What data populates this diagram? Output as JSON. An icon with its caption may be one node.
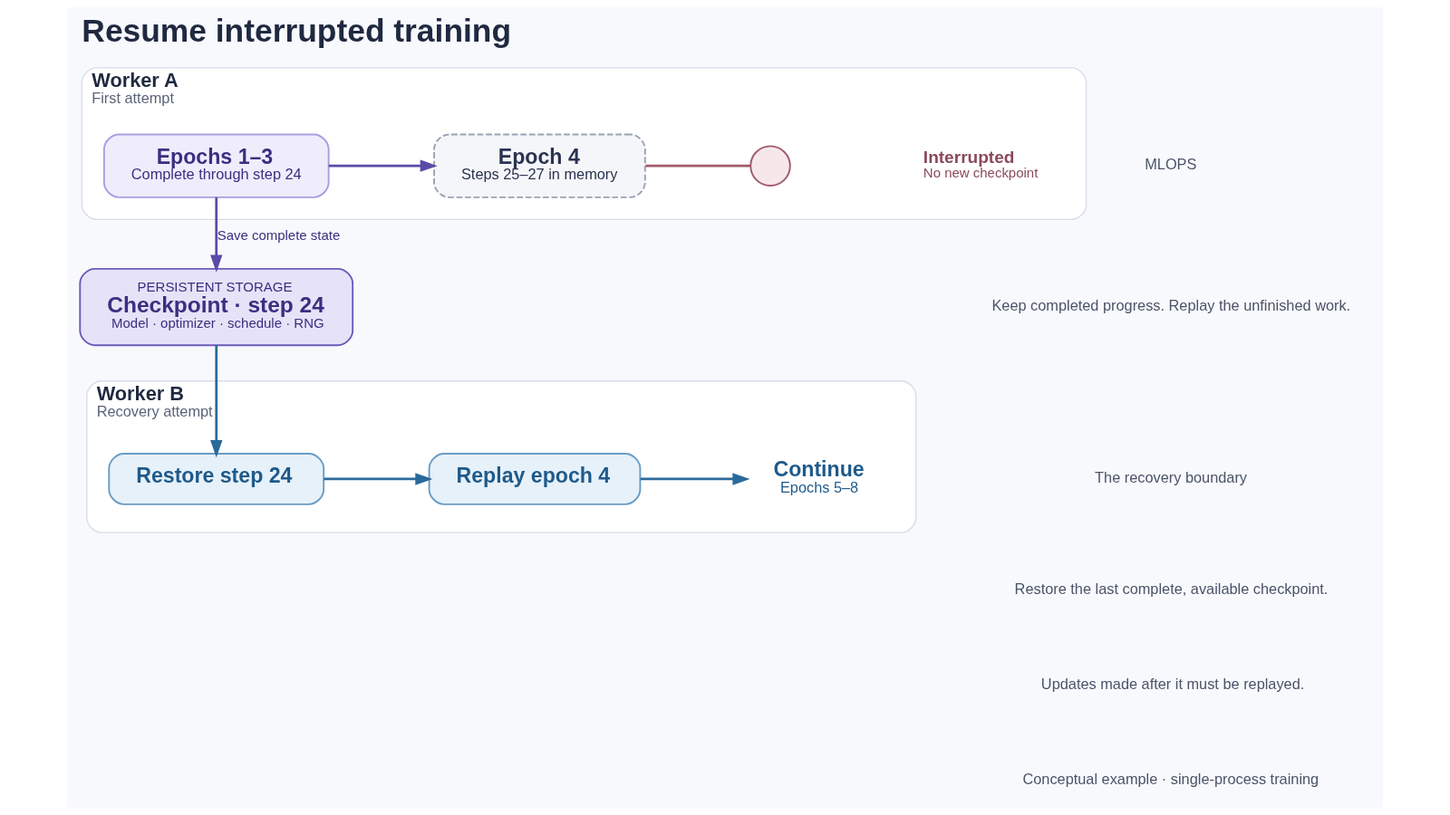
{
  "diagram": {
    "title": "Resume interrupted training",
    "nodes": [
      {
        "text": [
          "Worker A",
          "First attempt"
        ]
      },
      {
        "text": [
          "Epochs 1–3",
          "Complete through step 24"
        ],
        "in": 0
      },
      {
        "text": [
          "Epoch 4",
          "Steps 25–27 in memory"
        ],
        "in": 0
      },
      {
        "text": [],
        "shape": "circle",
        "beside": [
          "Interrupted",
          "No new checkpoint"
        ],
        "in": 0
      },
      {
        "text": [
          "PERSISTENT STORAGE",
          "Checkpoint · step 24",
          "Model · optimizer · schedule · RNG"
        ]
      },
      {
        "text": [
          "Worker B",
          "Recovery attempt"
        ]
      },
      {
        "text": [
          "Restore step 24"
        ],
        "in": 5
      },
      {
        "text": [
          "Replay epoch 4"
        ],
        "in": 5
      },
      {
        "text": [
          "Continue",
          "Epochs 5–8"
        ],
        "in": 5
      }
    ],
    "edges": [
      {
        "from": 1,
        "to": 2,
        "arrow": "to",
        "color": "#5b4aa8"
      },
      {
        "from": 2,
        "to": 3,
        "arrow": "none",
        "color": "#a05a6a"
      },
      {
        "from": 1,
        "to": 4,
        "arrow": "to",
        "label": "Save complete state",
        "color": "#5b4aa8"
      },
      {
        "from": 4,
        "to": 6,
        "arrow": "to",
        "color": "#2a6a9a"
      },
      {
        "from": 6,
        "to": 7,
        "arrow": "to",
        "color": "#2a6a9a"
      },
      {
        "from": 7,
        "to": 8,
        "arrow": "to",
        "color": "#2a6a9a"
      }
    ],
    "labels": [
      "MLOPS",
      "Keep completed progress. Replay the unfinished work.",
      "The recovery boundary",
      "Restore the last complete, available checkpoint.",
      "Updates made after it must be replayed.",
      "Conceptual example · single-process training"
    ]
  }
}
